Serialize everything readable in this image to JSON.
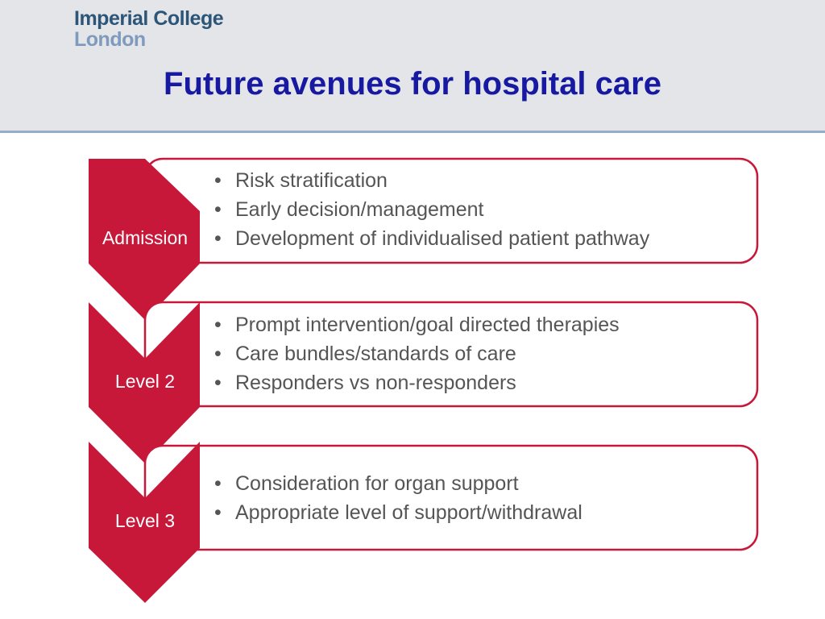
{
  "header": {
    "logo_line1": "Imperial College",
    "logo_line2": "London",
    "title": "Future avenues for hospital care"
  },
  "colors": {
    "accent": "#c8183a",
    "title": "#171aa0",
    "header_bg": "#e3e5e9",
    "header_rule": "#92aec8",
    "text": "#555555"
  },
  "stages": [
    {
      "label": "Admission",
      "items": [
        "Risk stratification",
        "Early decision/management",
        "Development of individualised patient pathway"
      ]
    },
    {
      "label": "Level 2",
      "items": [
        "Prompt intervention/goal directed therapies",
        "Care bundles/standards of care",
        "Responders vs non-responders"
      ]
    },
    {
      "label": "Level 3",
      "items": [
        "Consideration for organ support",
        "Appropriate level of support/withdrawal"
      ]
    }
  ]
}
